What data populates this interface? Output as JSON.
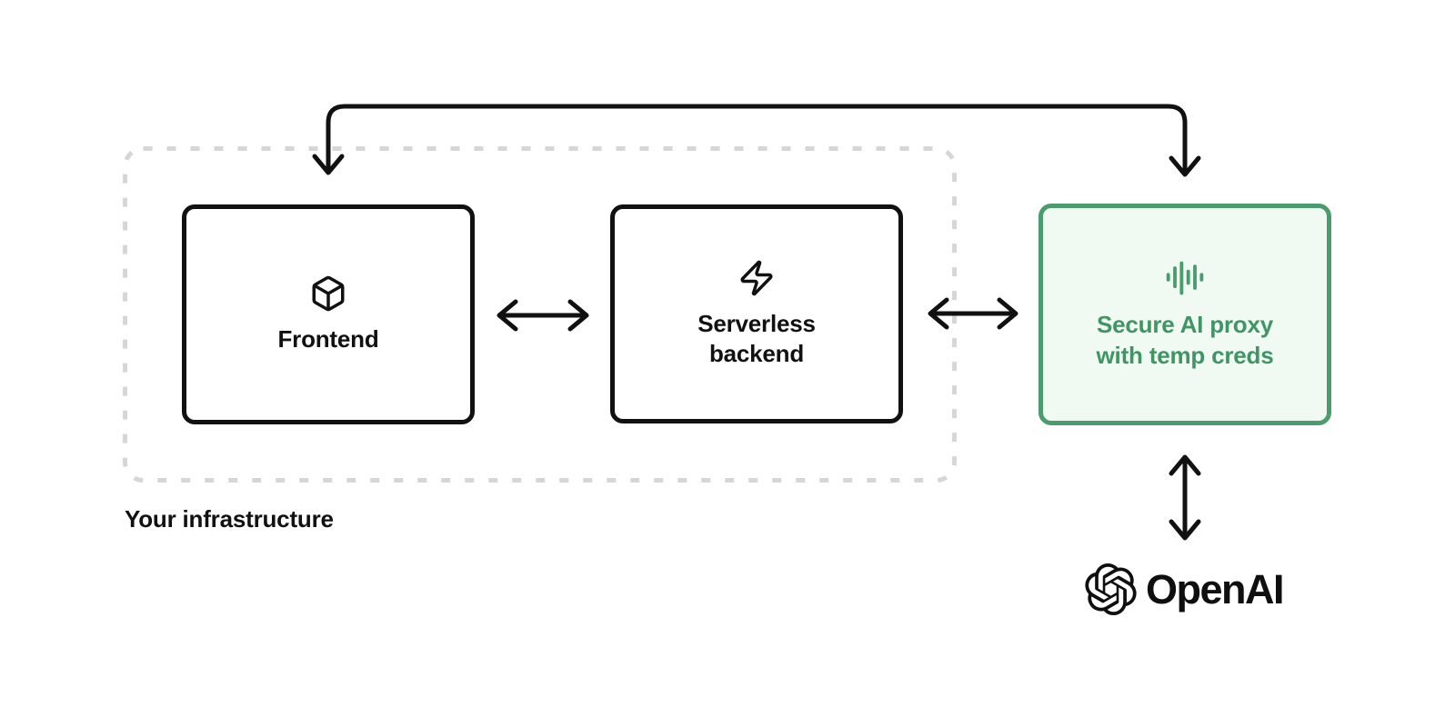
{
  "diagram": {
    "group": {
      "label": "Your infrastructure"
    },
    "nodes": {
      "frontend": {
        "label": "Frontend",
        "icon": "cube-icon"
      },
      "serverless_backend": {
        "lines": [
          "Serverless",
          "backend"
        ],
        "icon": "zap-icon"
      },
      "secure_proxy": {
        "lines": [
          "Secure AI proxy",
          "with temp creds"
        ],
        "icon": "audio-waveform-icon"
      },
      "openai": {
        "label": "OpenAI",
        "icon": "openai-logo-icon"
      }
    },
    "edges": [
      {
        "from": "frontend",
        "to": "secure_proxy",
        "type": "top-loop",
        "arrows": "both-down"
      },
      {
        "from": "frontend",
        "to": "serverless_backend",
        "type": "horizontal",
        "arrows": "double"
      },
      {
        "from": "serverless_backend",
        "to": "secure_proxy",
        "type": "horizontal",
        "arrows": "double"
      },
      {
        "from": "secure_proxy",
        "to": "openai",
        "type": "vertical",
        "arrows": "double"
      }
    ],
    "colors": {
      "line_black": "#111111",
      "dashed_gray": "#d6d6d6",
      "accent_green_border": "#4a9c6d",
      "accent_green_text": "#3f9564",
      "accent_green_bg": "#f0faf3"
    }
  }
}
